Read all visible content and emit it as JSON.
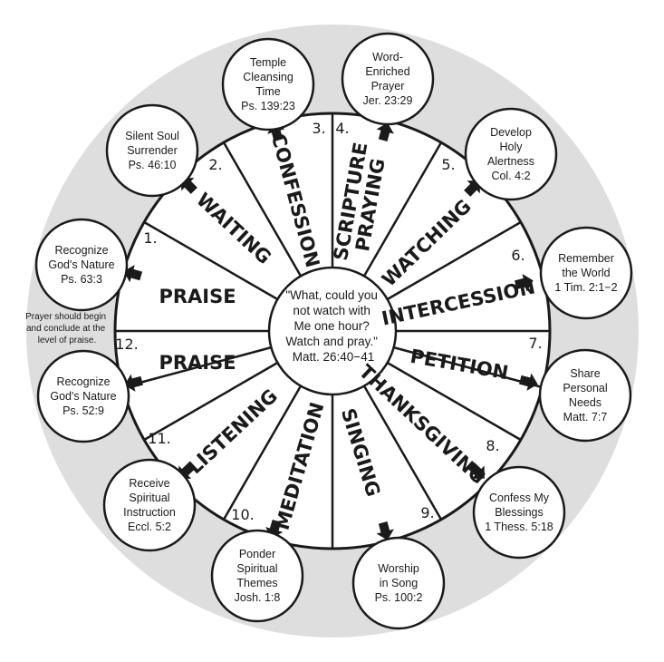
{
  "center": {
    "lines": [
      "\"What, could you",
      "not watch with",
      "Me one hour?",
      "Watch and pray.\"",
      "Matt. 26:40−41"
    ]
  },
  "note": {
    "lines": [
      "Prayer should begin",
      "and conclude at the",
      "level of praise."
    ]
  },
  "segments": [
    {
      "number": "1.",
      "label": [
        "PRAISE"
      ]
    },
    {
      "number": "2.",
      "label": [
        "WAITING"
      ]
    },
    {
      "number": "3.",
      "label": [
        "CONFESSION"
      ]
    },
    {
      "number": "4.",
      "label": [
        "SCRIPTURE",
        "PRAYING"
      ]
    },
    {
      "number": "5.",
      "label": [
        "WATCHING"
      ]
    },
    {
      "number": "6.",
      "label": [
        "INTERCESSION"
      ]
    },
    {
      "number": "7.",
      "label": [
        "PETITION"
      ]
    },
    {
      "number": "8.",
      "label": [
        "THANKSGIVING"
      ]
    },
    {
      "number": "9.",
      "label": [
        "SINGING"
      ]
    },
    {
      "number": "10.",
      "label": [
        "MEDITATION"
      ]
    },
    {
      "number": "11.",
      "label": [
        "LISTENING"
      ]
    },
    {
      "number": "12.",
      "label": [
        "PRAISE"
      ]
    }
  ],
  "outer_circles": [
    {
      "lines": [
        "Recognize",
        "God's Nature",
        "Ps. 63:3"
      ]
    },
    {
      "lines": [
        "Silent Soul",
        "Surrender",
        "Ps. 46:10"
      ]
    },
    {
      "lines": [
        "Temple",
        "Cleansing",
        "Time",
        "Ps. 139:23"
      ]
    },
    {
      "lines": [
        "Word-",
        "Enriched",
        "Prayer",
        "Jer. 23:29"
      ]
    },
    {
      "lines": [
        "Develop",
        "Holy",
        "Alertness",
        "Col. 4:2"
      ]
    },
    {
      "lines": [
        "Remember",
        "the World",
        "1 Tim. 2:1−2"
      ]
    },
    {
      "lines": [
        "Share",
        "Personal",
        "Needs",
        "Matt. 7:7"
      ]
    },
    {
      "lines": [
        "Confess My",
        "Blessings",
        "1 Thess. 5:18"
      ]
    },
    {
      "lines": [
        "Worship",
        "in Song",
        "Ps. 100:2"
      ]
    },
    {
      "lines": [
        "Ponder",
        "Spiritual",
        "Themes",
        "Josh. 1:8"
      ]
    },
    {
      "lines": [
        "Receive",
        "Spiritual",
        "Instruction",
        "Eccl. 5:2"
      ]
    },
    {
      "lines": [
        "Recognize",
        "God's Nature",
        "Ps. 52:9"
      ]
    }
  ]
}
